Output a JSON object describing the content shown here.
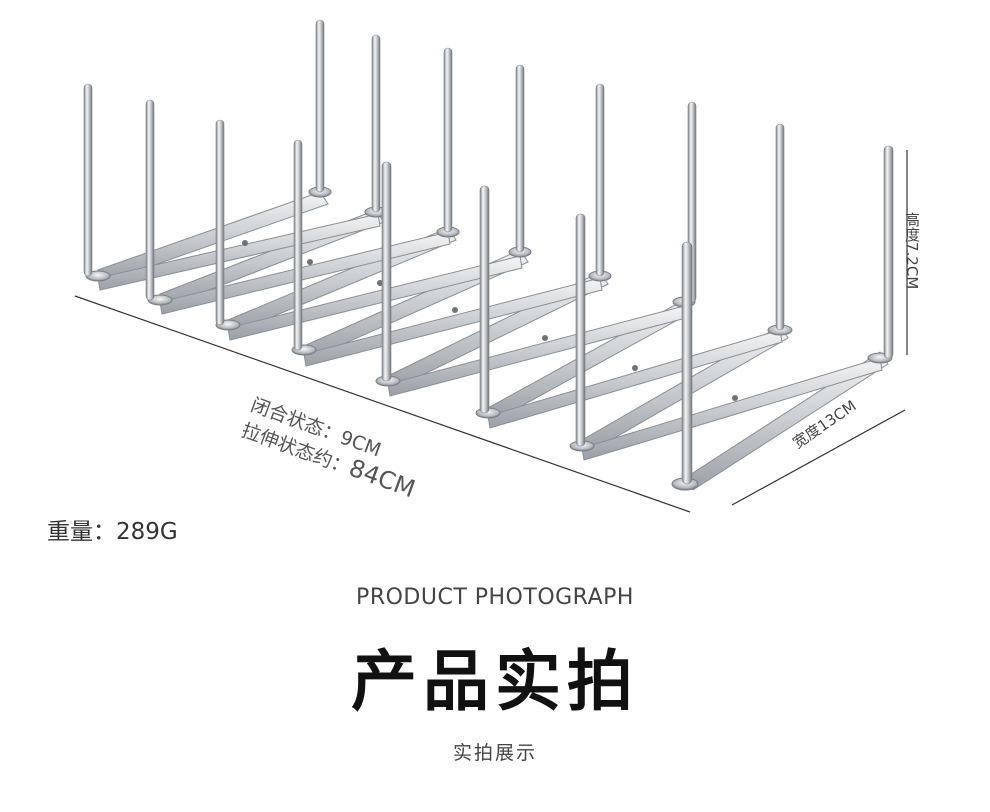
{
  "dimensions": {
    "closed_label": "闭合状态：9CM",
    "stretched_prefix": "拉伸状态约：",
    "stretched_value": "84CM",
    "height_label": "高度7.2CM",
    "width_label": "宽度13CM"
  },
  "weight_label": "重量：289G",
  "section": {
    "eyebrow": "PRODUCT PHOTOGRAPH",
    "title": "产品实拍",
    "subtitle": "实拍展示"
  },
  "colors": {
    "steel_light": "#eef0f2",
    "steel_mid": "#c4c8cc",
    "steel_dark": "#8a8f95",
    "dimension_line": "#333333"
  }
}
